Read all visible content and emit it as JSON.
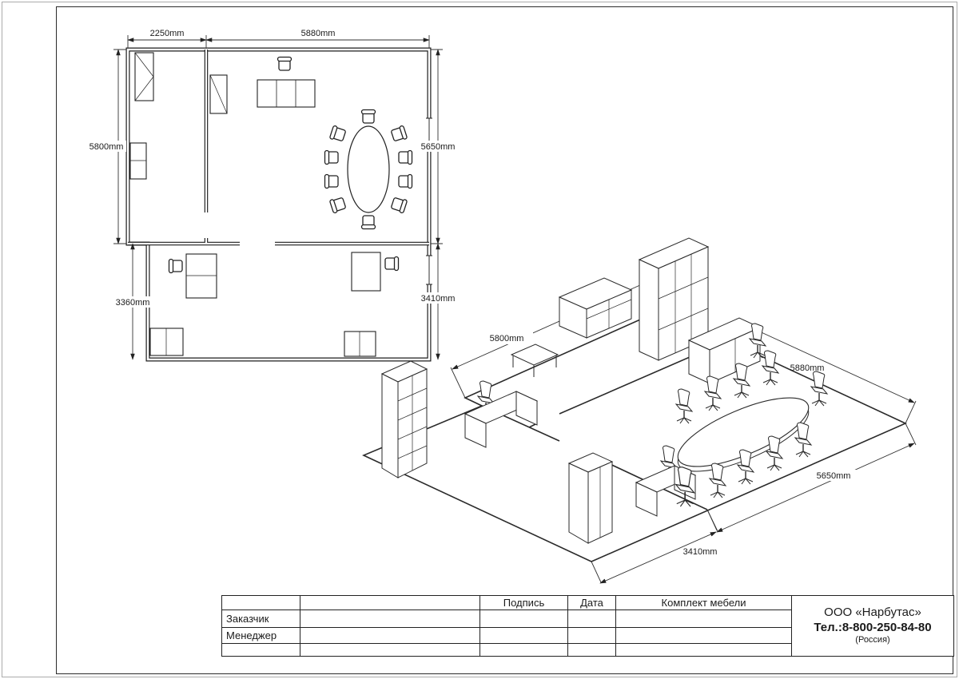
{
  "plan": {
    "dims": {
      "room1_width": "2250mm",
      "room2_width": "5880mm",
      "room1_height": "5800mm",
      "room2_height": "5650mm",
      "room3_height_left": "3360mm",
      "room3_height_right": "3410mm"
    }
  },
  "iso": {
    "dims": {
      "left_wall": "5800mm",
      "back_wall": "5880mm",
      "right_wall": "5650mm",
      "front_wall": "3410mm"
    }
  },
  "title_block": {
    "customer_label": "Заказчик",
    "manager_label": "Менеджер",
    "signature_label": "Подпись",
    "date_label": "Дата",
    "set_label": "Комплект мебели",
    "company_name": "ООО «Нарбутас»",
    "company_phone": "Тел.:8-800-250-84-80",
    "company_country": "(Россия)"
  }
}
